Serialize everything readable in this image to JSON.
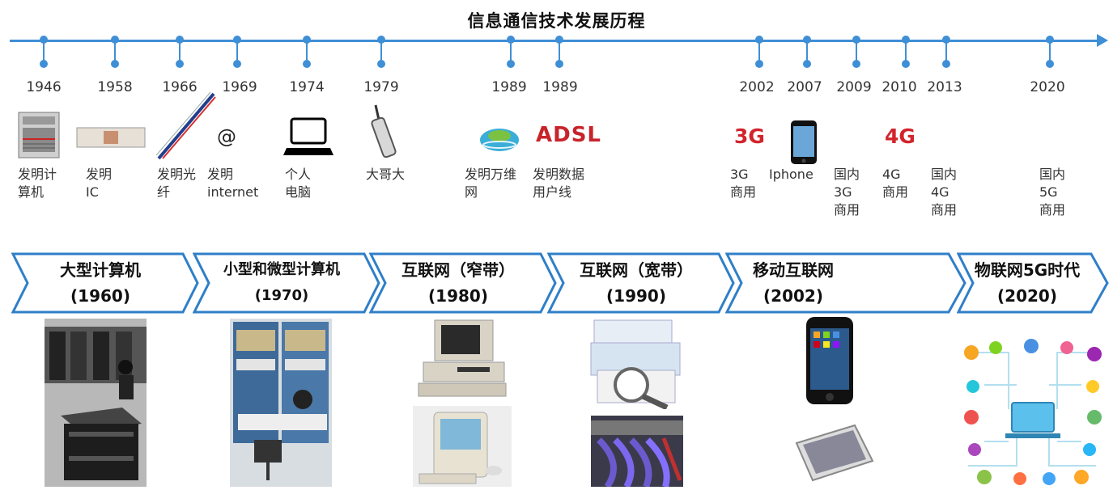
{
  "title": "信息通信技术发展历程",
  "colors": {
    "accent": "#3f8fd6",
    "banner_border": "#2f7fc8"
  },
  "years": [
    "1946",
    "1958",
    "1966",
    "1969",
    "1974",
    "1979",
    "1989",
    "1989",
    "2002",
    "2007",
    "2009",
    "2010",
    "2013",
    "2020"
  ],
  "events": [
    "发明计\n算机",
    "发明\nIC",
    "发明光\n纤",
    "发明\ninternet",
    "个人\n电脑",
    "大哥大",
    "发明万维\n网",
    "发明数据\n用户线",
    "3G\n商用",
    "Iphone",
    "国内\n3G\n商用",
    "4G\n商用",
    "国内\n4G\n商用",
    "国内\n5G\n商用"
  ],
  "icon_text": {
    "internet": "@",
    "adsl": "ADSL",
    "3g": "3G",
    "4g": "4G"
  },
  "eras": [
    {
      "name": "大型计算机",
      "year": "(1960)"
    },
    {
      "name": "小型和微型计算机",
      "year": "(1970)"
    },
    {
      "name": "互联网（窄带）",
      "year": "(1980)"
    },
    {
      "name": "互联网（宽带）",
      "year": "(1990)"
    },
    {
      "name": "移动互联网",
      "year": "(2002)"
    },
    {
      "name": "物联网5G时代",
      "year": "(2020)"
    }
  ]
}
